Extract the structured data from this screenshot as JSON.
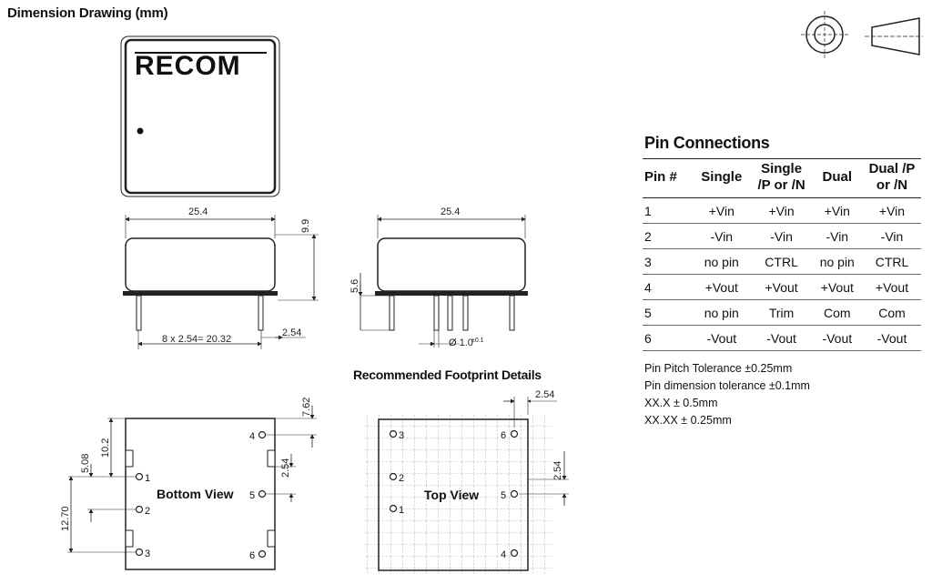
{
  "title": "Dimension Drawing (mm)",
  "brand": "RECOM",
  "footprint_title": "Recommended Footprint Details",
  "dimensions": {
    "width": "25.4",
    "height": "9.9",
    "pin_span": "8 x 2.54= 20.32",
    "pitch": "2.54",
    "pin_length": "5.6",
    "pin_dia": "Ø 1.0",
    "pin_dia_tol": "±0.1",
    "d_762": "7.62",
    "d_254b": "2.54",
    "d_102": "10.2",
    "d_508": "5.08",
    "d_1270": "12.70",
    "fp_pitch_top": "2.54",
    "fp_pitch_side": "2.54"
  },
  "views": {
    "bottom": "Bottom View",
    "top": "Top View"
  },
  "bottom_pins": [
    "1",
    "2",
    "3",
    "4",
    "5",
    "6"
  ],
  "top_pins": [
    "3",
    "2",
    "1",
    "6",
    "5",
    "4"
  ],
  "pin_connections": {
    "title": "Pin Connections",
    "headers": [
      "Pin #",
      "Single",
      "Single /P or /N",
      "Dual",
      "Dual /P or /N"
    ],
    "rows": [
      [
        "1",
        "+Vin",
        "+Vin",
        "+Vin",
        "+Vin"
      ],
      [
        "2",
        "-Vin",
        "-Vin",
        "-Vin",
        "-Vin"
      ],
      [
        "3",
        "no pin",
        "CTRL",
        "no pin",
        "CTRL"
      ],
      [
        "4",
        "+Vout",
        "+Vout",
        "+Vout",
        "+Vout"
      ],
      [
        "5",
        "no pin",
        "Trim",
        "Com",
        "Com"
      ],
      [
        "6",
        "-Vout",
        "-Vout",
        "-Vout",
        "-Vout"
      ]
    ]
  },
  "notes": [
    "Pin Pitch Tolerance  ±0.25mm",
    "Pin dimension tolerance ±0.1mm",
    "XX.X ± 0.5mm",
    "XX.XX ± 0.25mm"
  ],
  "projection_symbol": "first-angle-projection-icon"
}
